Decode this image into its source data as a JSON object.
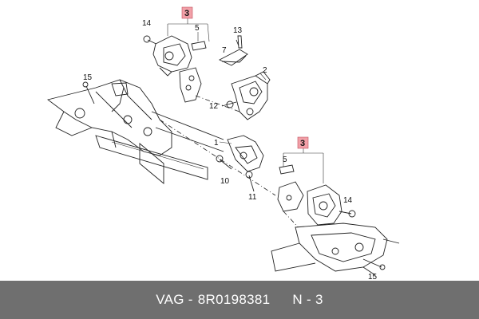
{
  "callouts": {
    "upper_group": "3",
    "lower_group": "3",
    "u14": "14",
    "u5": "5",
    "u13": "13",
    "u7": "7",
    "u2": "2",
    "u15": "15",
    "u12": "12",
    "l1": "1",
    "l5": "5",
    "l10": "10",
    "l11": "11",
    "l14": "14",
    "l15": "15"
  },
  "footer": {
    "brand": "VAG -",
    "part_number": "8R0198381",
    "sheet": "N - 3"
  },
  "colors": {
    "group_label_bg": "#f2a0a8",
    "footer_bg": "#6f6f6f",
    "line": "#222222"
  }
}
